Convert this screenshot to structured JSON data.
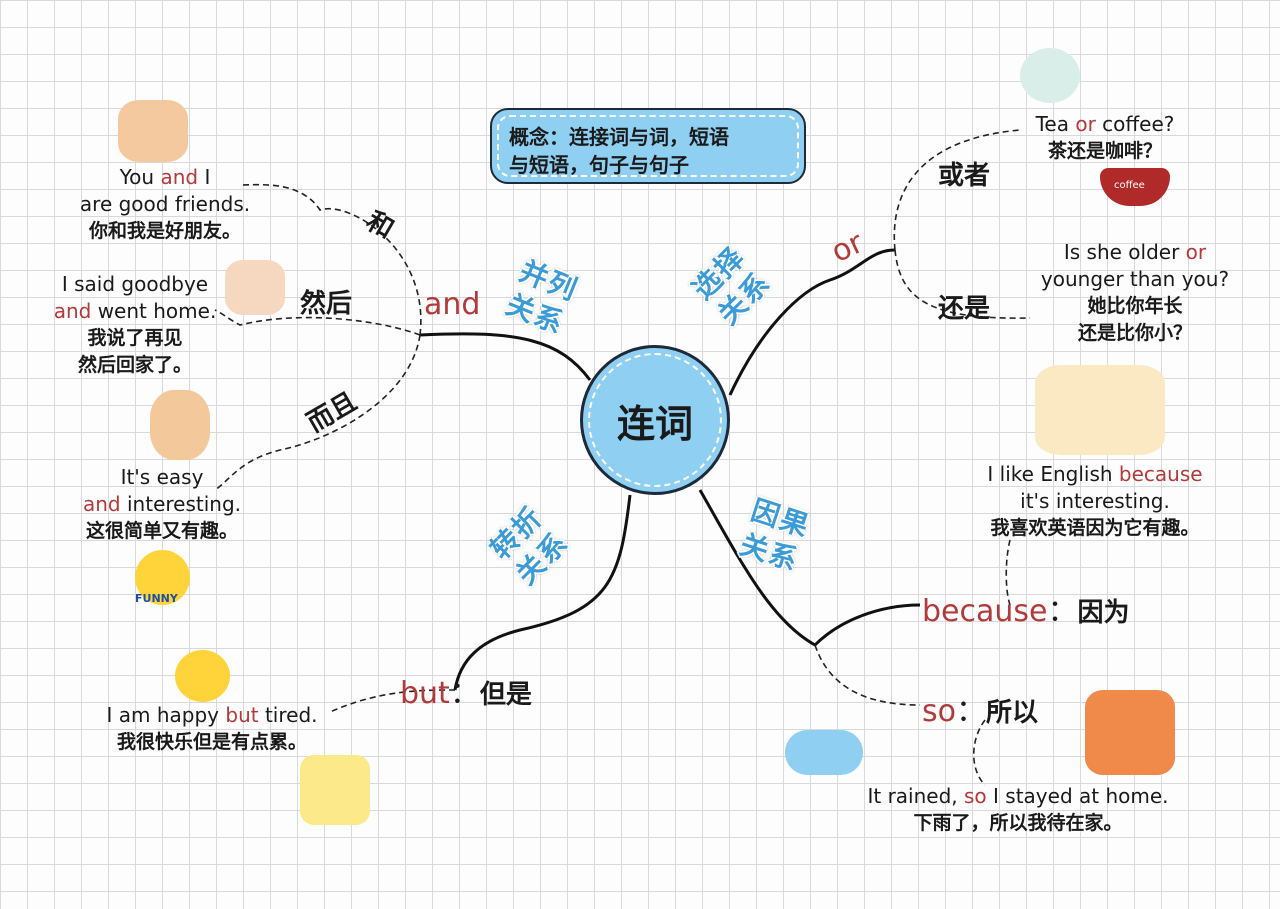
{
  "concept": {
    "line1": "概念：连接词与词，短语",
    "line2": "与短语，句子与句子"
  },
  "center": "连词",
  "categories": {
    "parallel": [
      "并列",
      "关系"
    ],
    "choice": [
      "选择",
      "关系"
    ],
    "contrast": [
      "转折",
      "关系"
    ],
    "cause": [
      "因果",
      "关系"
    ]
  },
  "and": {
    "word": "and",
    "subs": [
      "和",
      "然后",
      "而且"
    ],
    "ex1": {
      "pre": "You ",
      "kw": "and",
      "post": " I",
      "l2": "are good friends.",
      "cn": "你和我是好朋友。"
    },
    "ex2": {
      "l1": "I said goodbye",
      "kw": "and",
      "post": " went home.",
      "cn1": "我说了再见",
      "cn2": "然后回家了。"
    },
    "ex3": {
      "l1": "It's easy",
      "kw": "and",
      "post": " interesting.",
      "cn": "这很简单又有趣。"
    },
    "sticker": "FUNNY"
  },
  "or": {
    "word": "or",
    "subs": [
      "或者",
      "还是"
    ],
    "ex1": {
      "pre": "Tea ",
      "kw": "or",
      "post": " coffee?",
      "cn": "茶还是咖啡？",
      "cup": "coffee"
    },
    "ex2": {
      "pre": "Is she older ",
      "kw": "or",
      "l2": "younger than you?",
      "cn1": "她比你年长",
      "cn2": "还是比你小？"
    }
  },
  "but": {
    "word": "but",
    "sep": "：",
    "cn": "但是",
    "ex": {
      "pre": "I am happy ",
      "kw": "but",
      "post": " tired.",
      "cn": "我很快乐但是有点累。"
    }
  },
  "because": {
    "word": "because",
    "sep": "：",
    "cn": "因为",
    "ex": {
      "pre": "I like English ",
      "kw": "because",
      "l2": "it's interesting.",
      "cn": "我喜欢英语因为它有趣。"
    }
  },
  "so": {
    "word": "so",
    "sep": "：",
    "cn": "所以",
    "ex": {
      "pre": "It rained, ",
      "kw": "so",
      "post": " I stayed at home.",
      "cn": "下雨了，所以我待在家。"
    }
  },
  "colors": {
    "keyword": "#b33a3a",
    "category": "#3b9bd6",
    "bubble": "#8fd0f2"
  }
}
